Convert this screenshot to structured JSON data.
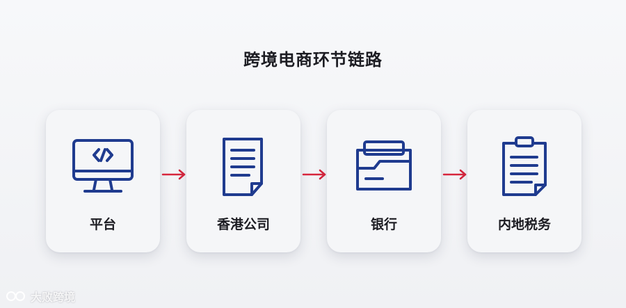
{
  "title": "跨境电商环节链路",
  "steps": [
    {
      "label": "平台",
      "icon": "monitor-code-icon"
    },
    {
      "label": "香港公司",
      "icon": "document-icon"
    },
    {
      "label": "银行",
      "icon": "folder-icon"
    },
    {
      "label": "内地税务",
      "icon": "clipboard-icon"
    }
  ],
  "colors": {
    "icon": "#1f3b8f",
    "arrow": "#d7263d"
  },
  "watermark": {
    "text": "大败跨境"
  }
}
